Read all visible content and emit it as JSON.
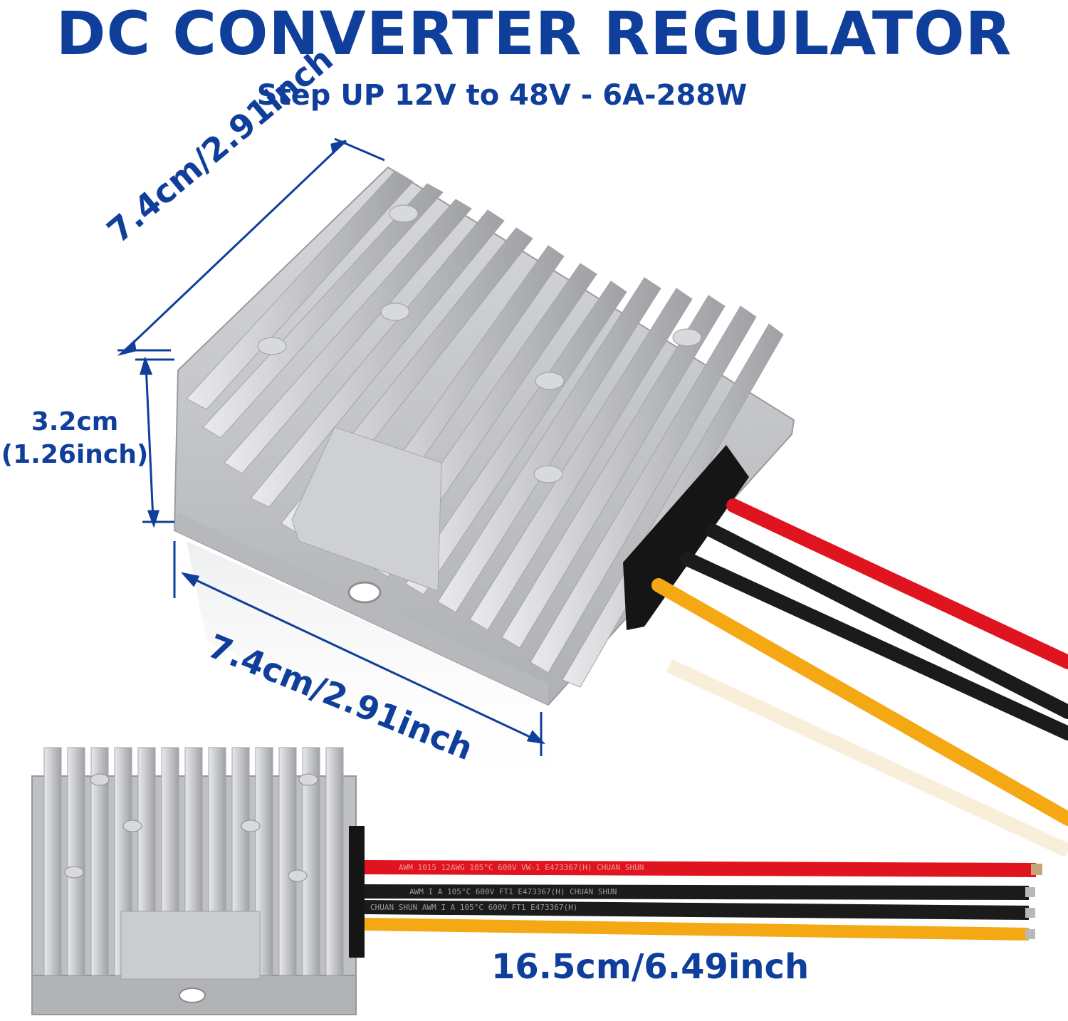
{
  "heading": {
    "title": "DC CONVERTER REGULATOR",
    "subtitle": "Step UP 12V to 48V - 6A-288W"
  },
  "dimensions": {
    "length_top": "7.4cm/2.91inch",
    "height_line1": "3.2cm",
    "height_line2": "(1.26inch)",
    "length_bottom": "7.4cm/2.91inch",
    "wire_length": "16.5cm/6.49inch"
  },
  "wire_print": {
    "red": "AWM 1015 12AWG 105°C 600V VW-1 E473367(H) CHUAN SHUN",
    "black1": "AWM I A 105°C 600V FT1 E473367(H) CHUAN SHUN",
    "black2": "CHUAN SHUN AWM I A 105°C 600V FT1 E473367(H)",
    "yellow": ""
  },
  "colors": {
    "brand_blue": "#0f3f9a",
    "wire_red": "#e0141e",
    "wire_black": "#1b1b1b",
    "wire_yellow": "#f4a814",
    "housing_silver": "#c8c9cb"
  }
}
